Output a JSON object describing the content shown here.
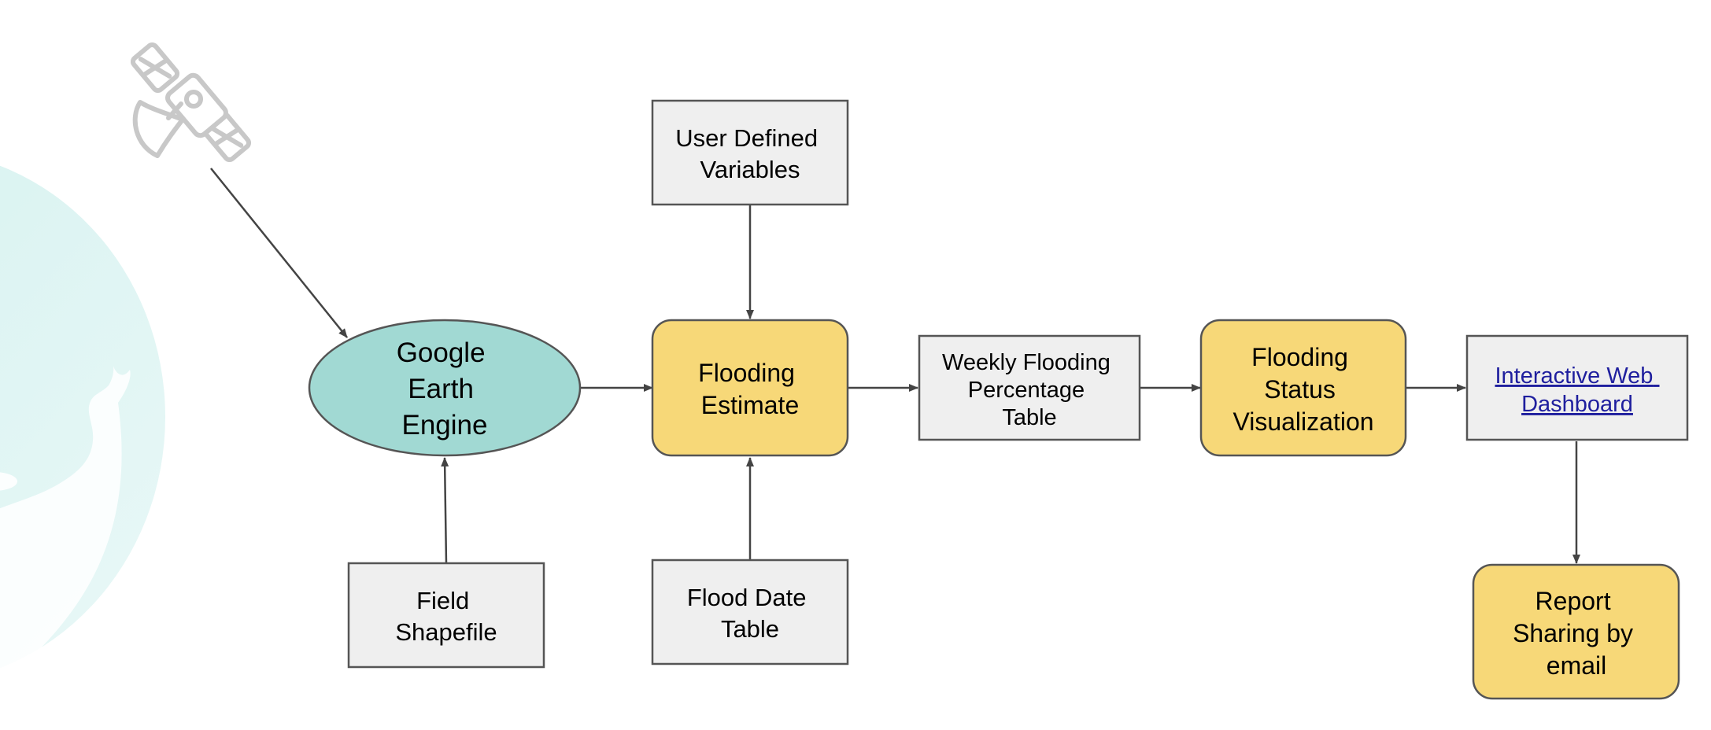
{
  "colors": {
    "teal_node": "#a1d9d3",
    "yellow_node": "#f7d878",
    "gray_node": "#efefef",
    "globe_fill": "#d9f3f1",
    "satellite": "#c8c8c8",
    "link_text": "#1f1f9e"
  },
  "icons": {
    "satellite": "satellite-icon",
    "globe": "globe-illustration"
  },
  "nodes": {
    "google_earth_engine": [
      "Google",
      "Earth",
      "Engine"
    ],
    "user_defined_variables": [
      "User Defined",
      "Variables"
    ],
    "flooding_estimate": [
      "Flooding",
      "Estimate"
    ],
    "weekly_flooding_table": [
      "Weekly Flooding",
      "Percentage",
      "Table"
    ],
    "flooding_status_visualization": [
      "Flooding",
      "Status",
      "Visualization"
    ],
    "interactive_web_dashboard": [
      "Interactive Web",
      "Dashboard"
    ],
    "field_shapefile": [
      "Field",
      "Shapefile"
    ],
    "flood_date_table": [
      "Flood Date",
      "Table"
    ],
    "report_sharing": [
      "Report",
      "Sharing by",
      "email"
    ]
  }
}
